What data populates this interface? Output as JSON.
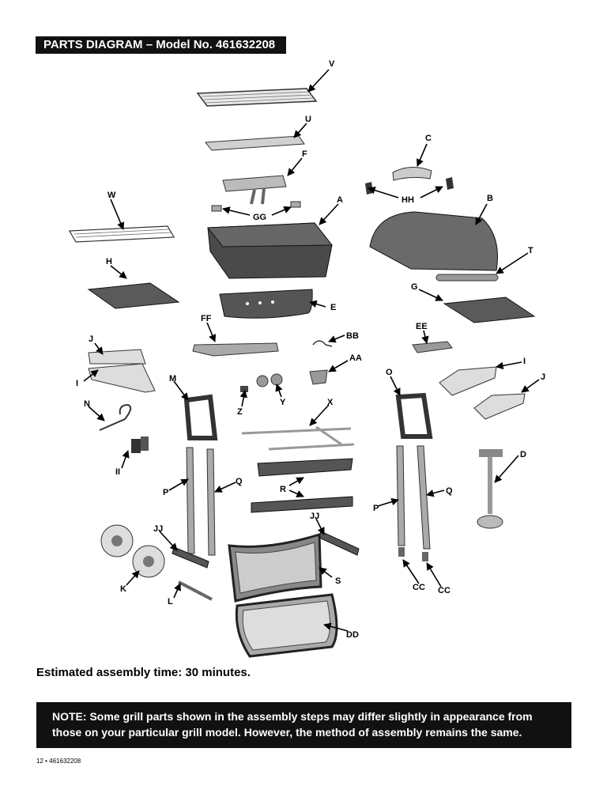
{
  "header": {
    "title": "PARTS DIAGRAM – Model No. 461632208"
  },
  "labels": {
    "V": "V",
    "U": "U",
    "F": "F",
    "C": "C",
    "HH": "HH",
    "GG": "GG",
    "A": "A",
    "B": "B",
    "W": "W",
    "T": "T",
    "H": "H",
    "G": "G",
    "E": "E",
    "FF": "FF",
    "BB": "BB",
    "EE": "EE",
    "J_left": "J",
    "I_left": "I",
    "AA": "AA",
    "O": "O",
    "I_right": "I",
    "J_right": "J",
    "M": "M",
    "Z": "Z",
    "Y": "Y",
    "X": "X",
    "N": "N",
    "D": "D",
    "II": "II",
    "R": "R",
    "P_left": "P",
    "Q_left": "Q",
    "P_right": "P",
    "Q_right": "Q",
    "JJ_left": "JJ",
    "JJ_right": "JJ",
    "K": "K",
    "S": "S",
    "L": "L",
    "CC_left": "CC",
    "CC_right": "CC",
    "DD": "DD"
  },
  "assembly_time": "Estimated assembly time: 30 minutes.",
  "note": {
    "line1": "NOTE:  Some grill parts shown in the assembly steps may differ slightly in appearance from",
    "line2": "those on your particular grill model. However, the method of assembly remains the same."
  },
  "footer": "12  •  461632208"
}
